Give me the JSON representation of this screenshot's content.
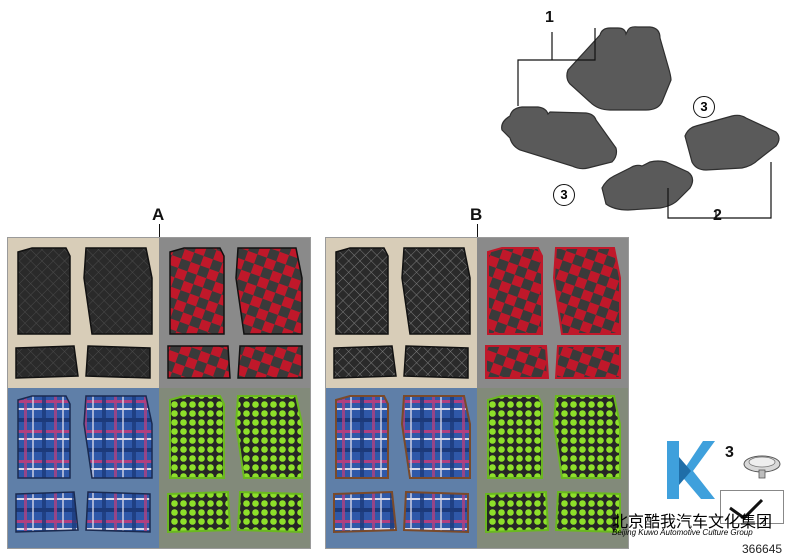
{
  "callouts": {
    "front_set": "1",
    "rear_set": "2",
    "clip_a": "3",
    "clip_b": "3"
  },
  "variants": {
    "a": "A",
    "b": "B"
  },
  "legend": {
    "part_number": "3"
  },
  "watermark": {
    "chinese": "北京酷我汽车文化集团",
    "english": "Beijing Kuwo Automotive Culture Group"
  },
  "diagram_code": "366645",
  "colors": {
    "mat_gray": "#5a5a5a",
    "mat_outline": "#2f2f2f",
    "red_check": "#c0182a",
    "green_dots": "#8ee02a",
    "tartan_blue": "#2f58a8",
    "beige_bg": "#d8cdb8",
    "gray_bg": "#8a8a8a",
    "blue_bg": "#5f7fa8",
    "logo_blue": "#3fa0dc"
  }
}
